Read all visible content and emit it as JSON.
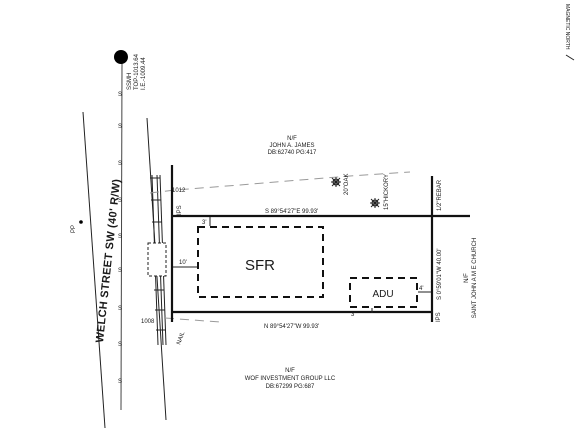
{
  "street": {
    "label": "WELCH STREET SW (40' R/W)"
  },
  "manhole": {
    "line1": "SSMH",
    "line2": "TOP-1013.64",
    "line3": "I.E.-1009.44"
  },
  "sewer_mark": "S",
  "north_arrow": {
    "text": "MAGNETIC NORTH"
  },
  "neighbors": {
    "north": {
      "title": "N/F",
      "name": "JOHN A. JAMES",
      "deed": "DB:62740 PG:417"
    },
    "south": {
      "title": "N/F",
      "name": "WOF INVESTMENT GROUP LLC",
      "deed": "DB:67299 PG:687"
    },
    "east": {
      "title": "N/F",
      "name": "SAINT JOHN A M E CHURCH"
    }
  },
  "trees": {
    "oak": "20\"OAK",
    "hickory": "15\"HICKORY"
  },
  "boundary": {
    "north_bearing": "S 89°54'27\"E  99.93'",
    "south_bearing": "N 89°54'27\"W  99.93'",
    "east_bearing": "S 0°59'01\"W  40.00'",
    "rebar": "1/2\"REBAR",
    "ips_top": "IPS",
    "ips_bottom": "IPS",
    "nail": "NAIL"
  },
  "contours": {
    "upper": "1012",
    "lower": "1008"
  },
  "pp_label": "PP",
  "buildings": {
    "sfr": "SFR",
    "adu": "ADU"
  },
  "dimensions": {
    "front_setback": "10'",
    "north_setback": "3'",
    "adu_rear": "3'",
    "adu_side": "4'"
  }
}
